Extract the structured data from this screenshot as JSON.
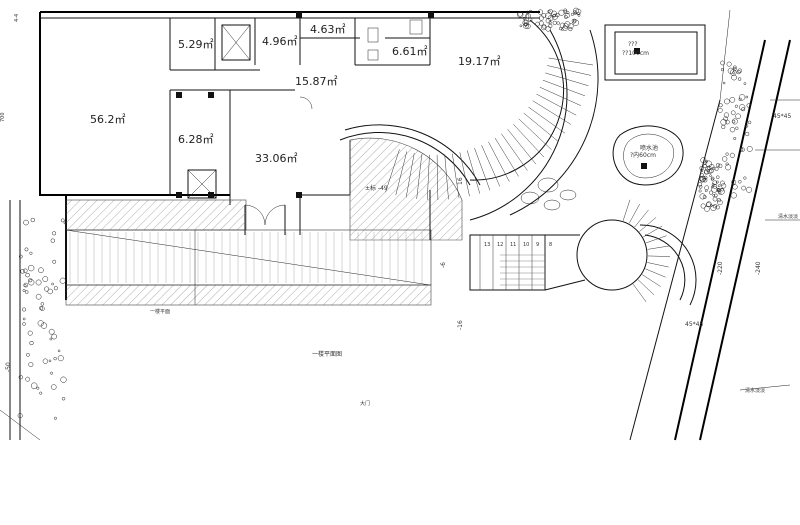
{
  "rooms": [
    {
      "area": "5.29",
      "unit": "㎡"
    },
    {
      "area": "4.96",
      "unit": "㎡"
    },
    {
      "area": "4.63",
      "unit": "㎡"
    },
    {
      "area": "6.61",
      "unit": "㎡"
    },
    {
      "area": "19.17",
      "unit": "㎡"
    },
    {
      "area": "15.87",
      "unit": "㎡"
    },
    {
      "area": "56.2",
      "unit": "㎡"
    },
    {
      "area": "6.28",
      "unit": "㎡"
    },
    {
      "area": "33.06",
      "unit": "㎡"
    }
  ],
  "annotations": {
    "pool_size": "??100cm",
    "pool_mark": "???",
    "fountain_size": "?内60cm",
    "fountain_mark": "喷水池",
    "elev_neg_49": "±标 -49",
    "elev_neg_6": "-6",
    "elev_neg_16": "-16",
    "elev_neg_50": "-50",
    "elev_neg_220": "-220",
    "elev_neg_240": "-240",
    "elev_16": "16",
    "slope_top": "45*45",
    "slope_bottom": "45*45",
    "plan_title": "一楼平面图",
    "gate_note": "大门",
    "right_label_top": "清水淡淡",
    "right_label_bottom": "清水淡淡",
    "left_note": "一楼平面",
    "dim_left": "700",
    "dim_top": "4-4"
  },
  "stair_numbers": [
    "13",
    "12",
    "11",
    "10",
    "9",
    "8"
  ]
}
